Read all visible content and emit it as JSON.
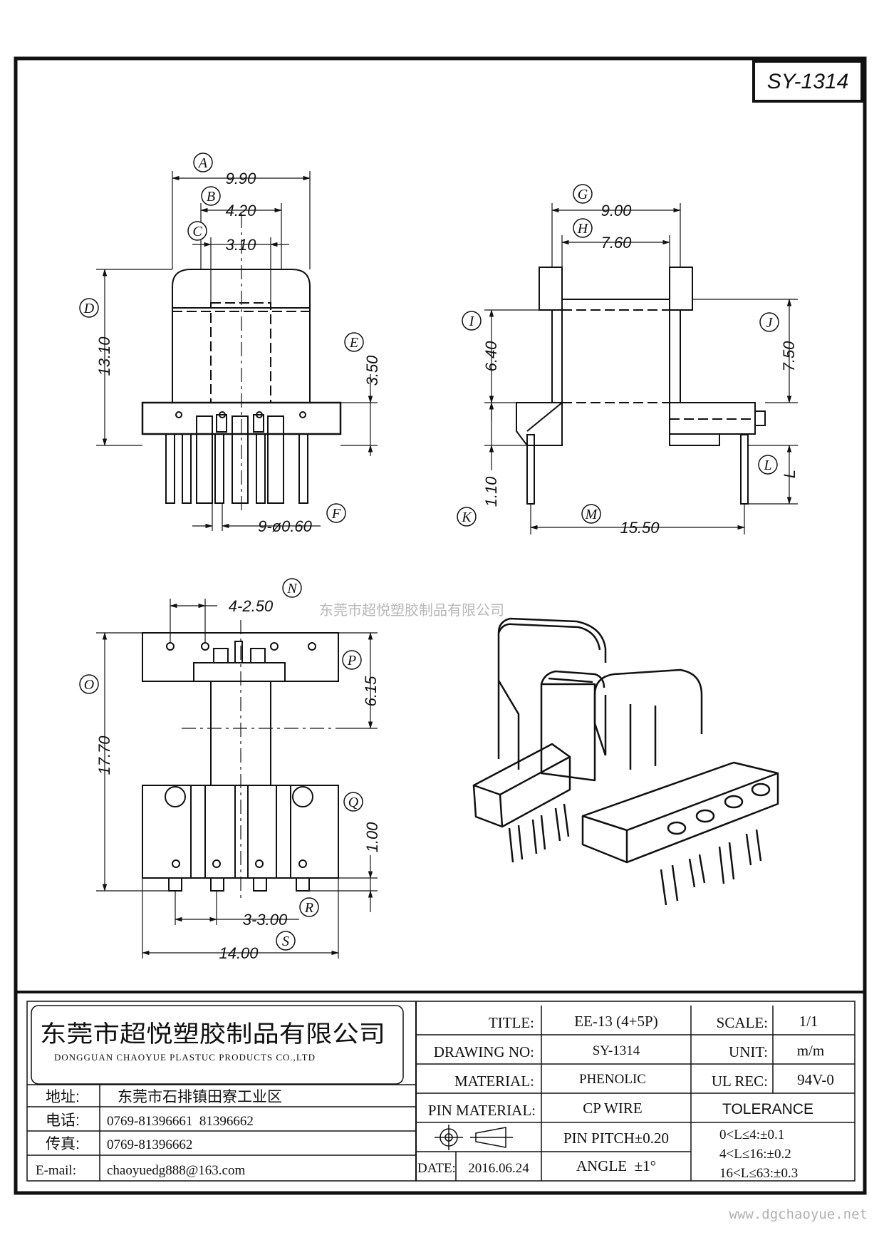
{
  "drawing_code": "SY-1314",
  "watermark": "东莞市超悦塑胶制品有限公司",
  "website": "www.dgchaoyue.net",
  "dimensions": {
    "A": {
      "label": "A",
      "value": "9.90"
    },
    "B": {
      "label": "B",
      "value": "4.20"
    },
    "C": {
      "label": "C",
      "value": "3.10"
    },
    "D": {
      "label": "D",
      "value": "13.10"
    },
    "E": {
      "label": "E",
      "value": "3.50"
    },
    "F": {
      "label": "F",
      "value": "9-ø0.60"
    },
    "G": {
      "label": "G",
      "value": "9.00"
    },
    "H": {
      "label": "H",
      "value": "7.60"
    },
    "I": {
      "label": "I",
      "value": "6.40"
    },
    "J": {
      "label": "J",
      "value": "7.50"
    },
    "K": {
      "label": "K",
      "value": "1.10"
    },
    "L": {
      "label": "L",
      "value": "L"
    },
    "M": {
      "label": "M",
      "value": "15.50"
    },
    "N": {
      "label": "N",
      "value": "4-2.50"
    },
    "O": {
      "label": "O",
      "value": "17.70"
    },
    "P": {
      "label": "P",
      "value": "6.15"
    },
    "Q": {
      "label": "Q",
      "value": "1.00"
    },
    "R": {
      "label": "R",
      "value": "3-3.00"
    },
    "S": {
      "label": "S",
      "value": "14.00"
    }
  },
  "company": {
    "name_cn": "东莞市超悦塑胶制品有限公司",
    "name_en": "DONGGUAN CHAOYUE PLASTUC PRODUCTS CO.,LTD",
    "address_label": "地址:",
    "address": "东莞市石排镇田寮工业区",
    "phone_label": "电话:",
    "phone": "0769-81396661  81396662",
    "fax_label": "传真:",
    "fax": "0769-81396662",
    "email_label": "E-mail:",
    "email": "chaoyuedg888@163.com"
  },
  "title_block": {
    "title_label": "TITLE:",
    "title": "EE-13 (4+5P)",
    "drawing_no_label": "DRAWING NO:",
    "drawing_no": "SY-1314",
    "material_label": "MATERIAL:",
    "material": "PHENOLIC",
    "pin_material_label": "PIN MATERIAL:",
    "pin_material": "CP WIRE",
    "pin_pitch": "PIN PITCH±0.20",
    "angle": "ANGLE  ±1°",
    "date_label": "DATE:",
    "date": "2016.06.24",
    "scale_label": "SCALE:",
    "scale": "1/1",
    "unit_label": "UNIT:",
    "unit": "m/m",
    "ul_label": "UL REC:",
    "ul": "94V-0",
    "tolerance_label": "TOLERANCE",
    "tolerance": [
      "0<L≤4:±0.1",
      "4<L≤16:±0.2",
      "16<L≤63:±0.3"
    ]
  }
}
